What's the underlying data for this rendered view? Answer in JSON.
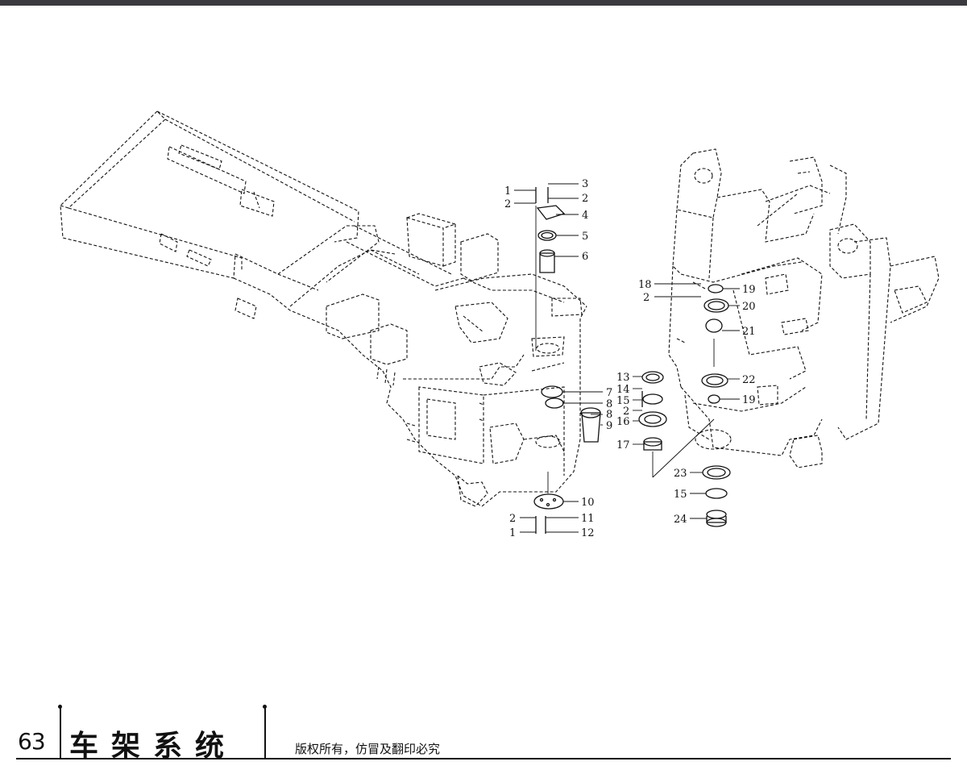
{
  "page": {
    "number": "63",
    "title": "车架系统",
    "copyright_note": "版权所有，仿冒及翻印必究"
  },
  "callouts": {
    "c1a": "1",
    "c2a": "2",
    "c3": "3",
    "c2b": "2",
    "c4": "4",
    "c5": "5",
    "c6": "6",
    "c7": "7",
    "c8a": "8",
    "c8b": "8",
    "c9": "9",
    "c10": "10",
    "c2c": "2",
    "c11": "11",
    "c1b": "1",
    "c12": "12",
    "c18": "18",
    "c2d": "2",
    "c19a": "19",
    "c20": "20",
    "c21": "21",
    "c13": "13",
    "c14": "14",
    "c15a": "15",
    "c2e": "2",
    "c16": "16",
    "c17": "17",
    "c22": "22",
    "c19b": "19",
    "c23": "23",
    "c15b": "15",
    "c24": "24"
  },
  "colors": {
    "ink": "#111111",
    "topbar": "#3a3a3f",
    "paper": "#ffffff"
  }
}
